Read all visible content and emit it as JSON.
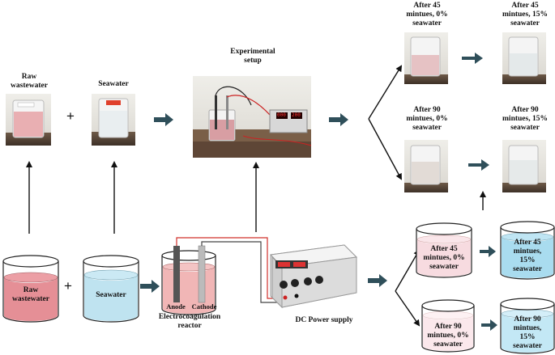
{
  "top_row": {
    "raw_wastewater": "Raw\nwastewater",
    "plus": "+",
    "seawater": "Seawater",
    "experimental_setup": "Experimental\nsetup",
    "after45_0": "After 45\nmintues, 0%\nseawater",
    "after45_15": "After 45\nmintues, 15%\nseawater",
    "after90_0": "After 90\nmintues, 0%\nseawater",
    "after90_15": "After 90\nmintues, 15%\nseawater",
    "display_left": "000",
    "display_right": "200"
  },
  "bottom_row": {
    "raw_wastewater": "Raw\nwastewater",
    "plus": "+",
    "seawater": "Seawater",
    "anode": "Anode",
    "cathode": "Cathode",
    "reactor": "Electrocoagulation\nreactor",
    "power_supply": "DC Power supply",
    "after45_0": "After 45\nmintues, 0%\nseawater",
    "after45_15": "After 45\nmintues,\n15%\nseawater",
    "after90_0": "After 90\nmintues, 0%\nseawater",
    "after90_15": "After 90\nmintues,\n15%\nseawater"
  },
  "colors": {
    "arrow": "#2f4f5a",
    "wastewater": "#e58f96",
    "seawater": "#bfe3f0",
    "seawater_result": "#a9dcef",
    "light_pink": "#f7dbe0",
    "wire_red": "#d0302b",
    "wire_dark": "#444444"
  }
}
